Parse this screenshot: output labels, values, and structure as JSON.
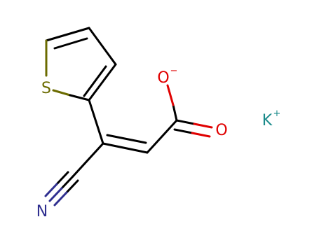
{
  "molecule": {
    "atoms": {
      "sulfur": "S",
      "oxygen_anion": "O",
      "oxygen_anion_charge": "−",
      "oxygen_carbonyl": "O",
      "nitrogen": "N",
      "potassium": "K",
      "potassium_charge": "+"
    },
    "colors": {
      "bond": "#000000",
      "sulfur": "#6b6b00",
      "oxygen": "#e00000",
      "nitrogen": "#303090",
      "potassium": "#1a8a8a"
    }
  }
}
